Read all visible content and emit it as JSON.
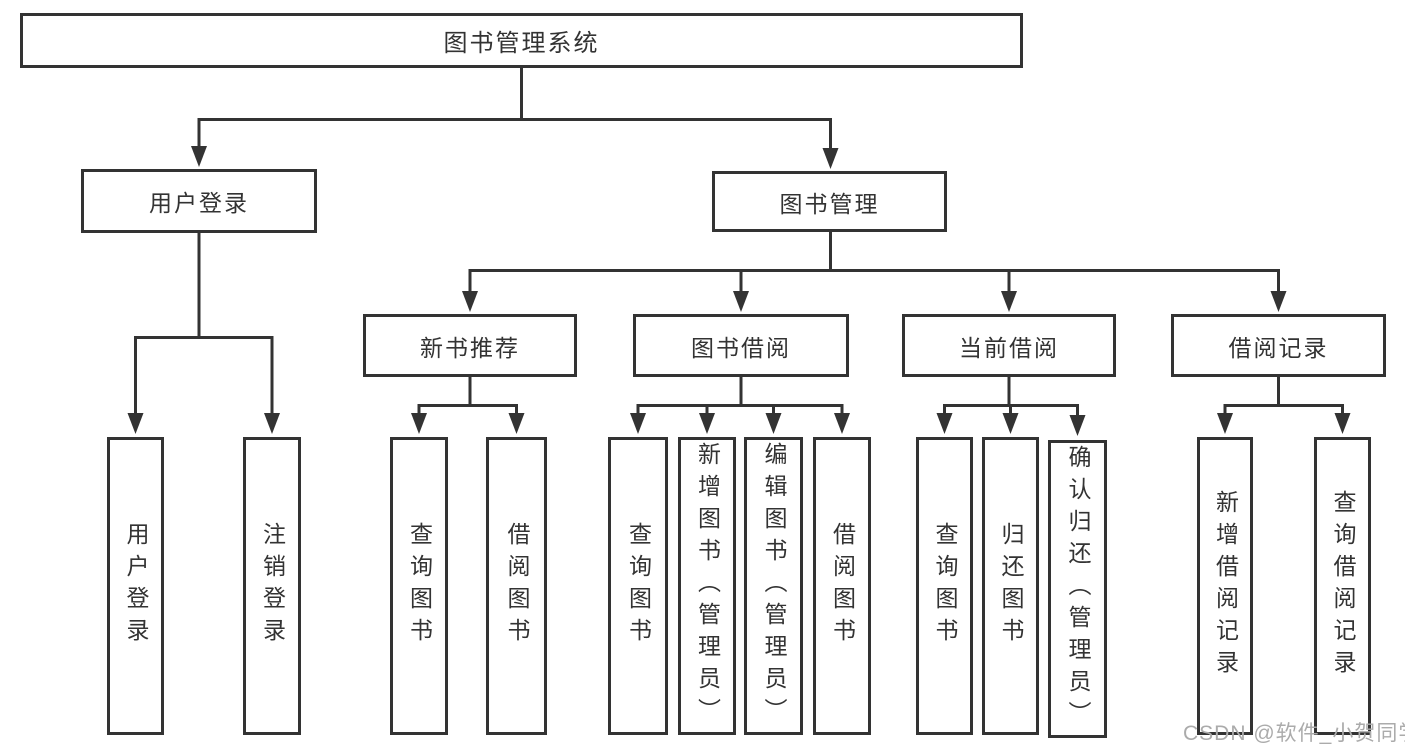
{
  "diagram": {
    "root": {
      "label": "图书管理系统"
    },
    "branches": [
      {
        "label": "用户登录",
        "children": [
          {
            "label": "用户登录"
          },
          {
            "label": "注销登录"
          }
        ]
      },
      {
        "label": "图书管理",
        "children": [
          {
            "label": "新书推荐",
            "children": [
              {
                "label": "查询图书"
              },
              {
                "label": "借阅图书"
              }
            ]
          },
          {
            "label": "图书借阅",
            "children": [
              {
                "label": "查询图书"
              },
              {
                "label": "新增图书（管理员）"
              },
              {
                "label": "编辑图书（管理员）"
              },
              {
                "label": "借阅图书"
              }
            ]
          },
          {
            "label": "当前借阅",
            "children": [
              {
                "label": "查询图书"
              },
              {
                "label": "归还图书"
              },
              {
                "label": "确认归还（管理员）"
              }
            ]
          },
          {
            "label": "借阅记录",
            "children": [
              {
                "label": "新增借阅记录"
              },
              {
                "label": "查询借阅记录"
              }
            ]
          }
        ]
      }
    ]
  },
  "watermark": {
    "text": "CSDN @软件_小贺同学"
  },
  "colors": {
    "line": "#333333",
    "text": "#333333",
    "background": "#ffffff",
    "watermark": "#ababab"
  }
}
